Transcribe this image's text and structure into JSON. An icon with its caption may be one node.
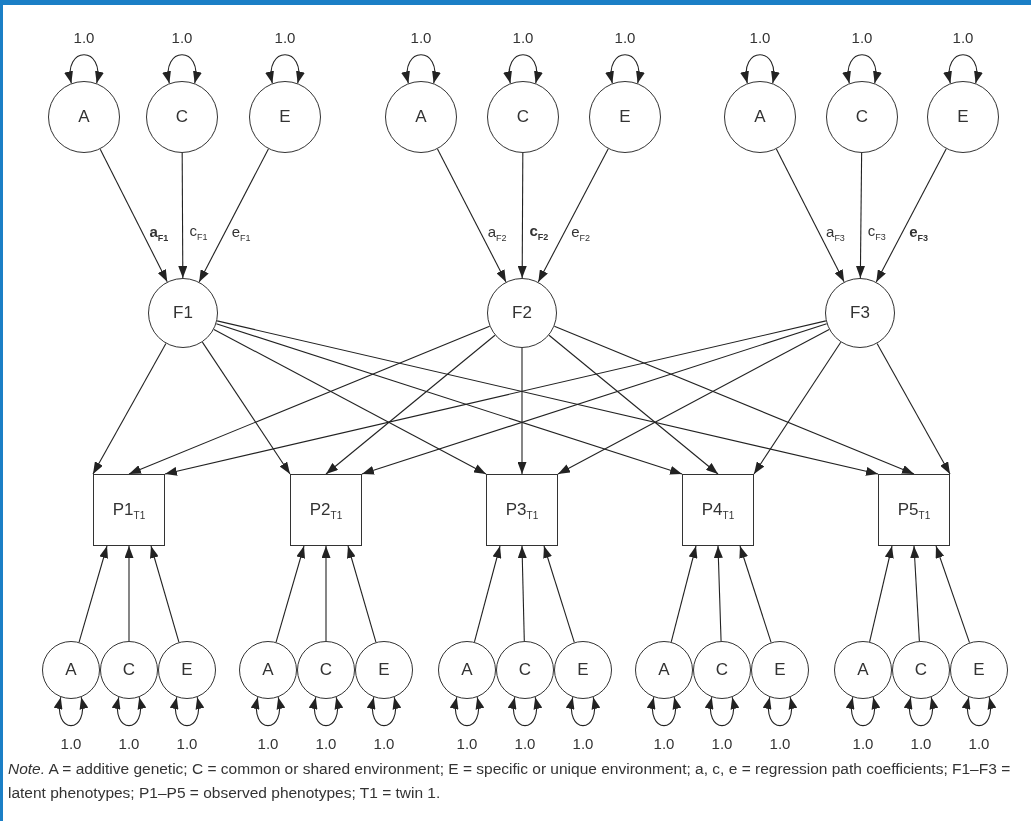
{
  "diagram": {
    "nodes": [
      {
        "text": [
          "A"
        ]
      },
      {
        "text": [
          "C"
        ]
      },
      {
        "text": [
          "E"
        ]
      },
      {
        "text": [
          "A"
        ]
      },
      {
        "text": [
          "C"
        ]
      },
      {
        "text": [
          "E"
        ]
      },
      {
        "text": [
          "A"
        ]
      },
      {
        "text": [
          "C"
        ]
      },
      {
        "text": [
          "E"
        ]
      },
      {
        "text": [
          "F1"
        ]
      },
      {
        "text": [
          "F2"
        ]
      },
      {
        "text": [
          "F3"
        ]
      },
      {
        "text": [
          "P1$_{T1}$"
        ]
      },
      {
        "text": [
          "P2$_{T1}$"
        ]
      },
      {
        "text": [
          "P3$_{T1}$"
        ]
      },
      {
        "text": [
          "P4$_{T1}$"
        ]
      },
      {
        "text": [
          "P5$_{T1}$"
        ]
      },
      {
        "text": [
          "A"
        ]
      },
      {
        "text": [
          "C"
        ]
      },
      {
        "text": [
          "E"
        ]
      },
      {
        "text": [
          "A"
        ]
      },
      {
        "text": [
          "C"
        ]
      },
      {
        "text": [
          "E"
        ]
      },
      {
        "text": [
          "A"
        ]
      },
      {
        "text": [
          "C"
        ]
      },
      {
        "text": [
          "E"
        ]
      },
      {
        "text": [
          "A"
        ]
      },
      {
        "text": [
          "C"
        ]
      },
      {
        "text": [
          "E"
        ]
      },
      {
        "text": [
          "A"
        ]
      },
      {
        "text": [
          "C"
        ]
      },
      {
        "text": [
          "E"
        ]
      }
    ],
    "edges": [
      {
        "from": 0,
        "to": 0,
        "arrow": "both",
        "label": "1.0"
      },
      {
        "from": 1,
        "to": 1,
        "arrow": "both",
        "label": "1.0"
      },
      {
        "from": 2,
        "to": 2,
        "arrow": "both",
        "label": "1.0"
      },
      {
        "from": 3,
        "to": 3,
        "arrow": "both",
        "label": "1.0"
      },
      {
        "from": 4,
        "to": 4,
        "arrow": "both",
        "label": "1.0"
      },
      {
        "from": 5,
        "to": 5,
        "arrow": "both",
        "label": "1.0"
      },
      {
        "from": 6,
        "to": 6,
        "arrow": "both",
        "label": "1.0"
      },
      {
        "from": 7,
        "to": 7,
        "arrow": "both",
        "label": "1.0"
      },
      {
        "from": 8,
        "to": 8,
        "arrow": "both",
        "label": "1.0"
      },
      {
        "from": 0,
        "to": 9,
        "arrow": "to",
        "label": "**a$_{F1}$**"
      },
      {
        "from": 1,
        "to": 9,
        "arrow": "to",
        "label": "c$_{F1}$"
      },
      {
        "from": 2,
        "to": 9,
        "arrow": "to",
        "label": "e$_{F1}$"
      },
      {
        "from": 3,
        "to": 10,
        "arrow": "to",
        "label": "a$_{F2}$"
      },
      {
        "from": 4,
        "to": 10,
        "arrow": "to",
        "label": "**c$_{F2}$**"
      },
      {
        "from": 5,
        "to": 10,
        "arrow": "to",
        "label": "e$_{F2}$"
      },
      {
        "from": 6,
        "to": 11,
        "arrow": "to",
        "label": "a$_{F3}$"
      },
      {
        "from": 7,
        "to": 11,
        "arrow": "to",
        "label": "c$_{F3}$"
      },
      {
        "from": 8,
        "to": 11,
        "arrow": "to",
        "label": "**e$_{F3}$**"
      },
      {
        "from": 9,
        "to": 12,
        "arrow": "to"
      },
      {
        "from": 9,
        "to": 13,
        "arrow": "to"
      },
      {
        "from": 9,
        "to": 14,
        "arrow": "to"
      },
      {
        "from": 9,
        "to": 15,
        "arrow": "to"
      },
      {
        "from": 9,
        "to": 16,
        "arrow": "to"
      },
      {
        "from": 10,
        "to": 12,
        "arrow": "to"
      },
      {
        "from": 10,
        "to": 13,
        "arrow": "to"
      },
      {
        "from": 10,
        "to": 14,
        "arrow": "to"
      },
      {
        "from": 10,
        "to": 15,
        "arrow": "to"
      },
      {
        "from": 10,
        "to": 16,
        "arrow": "to"
      },
      {
        "from": 11,
        "to": 12,
        "arrow": "to"
      },
      {
        "from": 11,
        "to": 13,
        "arrow": "to"
      },
      {
        "from": 11,
        "to": 14,
        "arrow": "to"
      },
      {
        "from": 11,
        "to": 15,
        "arrow": "to"
      },
      {
        "from": 11,
        "to": 16,
        "arrow": "to"
      },
      {
        "from": 17,
        "to": 12,
        "arrow": "to"
      },
      {
        "from": 18,
        "to": 12,
        "arrow": "to"
      },
      {
        "from": 19,
        "to": 12,
        "arrow": "to"
      },
      {
        "from": 20,
        "to": 13,
        "arrow": "to"
      },
      {
        "from": 21,
        "to": 13,
        "arrow": "to"
      },
      {
        "from": 22,
        "to": 13,
        "arrow": "to"
      },
      {
        "from": 23,
        "to": 14,
        "arrow": "to"
      },
      {
        "from": 24,
        "to": 14,
        "arrow": "to"
      },
      {
        "from": 25,
        "to": 14,
        "arrow": "to"
      },
      {
        "from": 26,
        "to": 15,
        "arrow": "to"
      },
      {
        "from": 27,
        "to": 15,
        "arrow": "to"
      },
      {
        "from": 28,
        "to": 15,
        "arrow": "to"
      },
      {
        "from": 29,
        "to": 16,
        "arrow": "to"
      },
      {
        "from": 30,
        "to": 16,
        "arrow": "to"
      },
      {
        "from": 31,
        "to": 16,
        "arrow": "to"
      },
      {
        "from": 17,
        "to": 17,
        "arrow": "both",
        "label": "1.0"
      },
      {
        "from": 18,
        "to": 18,
        "arrow": "both",
        "label": "1.0"
      },
      {
        "from": 19,
        "to": 19,
        "arrow": "both",
        "label": "1.0"
      },
      {
        "from": 20,
        "to": 20,
        "arrow": "both",
        "label": "1.0"
      },
      {
        "from": 21,
        "to": 21,
        "arrow": "both",
        "label": "1.0"
      },
      {
        "from": 22,
        "to": 22,
        "arrow": "both",
        "label": "1.0"
      },
      {
        "from": 23,
        "to": 23,
        "arrow": "both",
        "label": "1.0"
      },
      {
        "from": 24,
        "to": 24,
        "arrow": "both",
        "label": "1.0"
      },
      {
        "from": 25,
        "to": 25,
        "arrow": "both",
        "label": "1.0"
      },
      {
        "from": 26,
        "to": 26,
        "arrow": "both",
        "label": "1.0"
      },
      {
        "from": 27,
        "to": 27,
        "arrow": "both",
        "label": "1.0"
      },
      {
        "from": 28,
        "to": 28,
        "arrow": "both",
        "label": "1.0"
      },
      {
        "from": 29,
        "to": 29,
        "arrow": "both",
        "label": "1.0"
      },
      {
        "from": 30,
        "to": 30,
        "arrow": "both",
        "label": "1.0"
      },
      {
        "from": 31,
        "to": 31,
        "arrow": "both",
        "label": "1.0"
      }
    ],
    "labels": [
      "*Note.* A = additive genetic; C = common or shared environment; E = specific or unique environment; a, c, e = regression path coefficients; F1–F3 = latent phenotypes; P1–P5 = observed phenotypes; T1 = twin 1."
    ]
  }
}
